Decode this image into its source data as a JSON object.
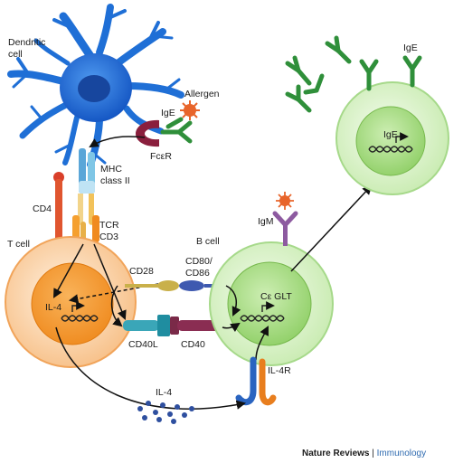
{
  "labels": {
    "dendritic_cell": [
      "Dendritic",
      "cell"
    ],
    "allergen": "Allergen",
    "ige_top": "IgE",
    "ige_receptor_bound": "IgE",
    "fcer": "FcεR",
    "mhc": [
      "MHC",
      "class II"
    ],
    "cd4": "CD4",
    "tcr": "TCR",
    "cd3": "CD3",
    "t_cell": "T cell",
    "il4_in_t": "IL-4",
    "cd28": "CD28",
    "cd80_86": [
      "CD80/",
      "CD86"
    ],
    "cd40l": "CD40L",
    "cd40": "CD40",
    "b_cell": "B cell",
    "igm": "IgM",
    "ce_glt": "Cε GLT",
    "ige_plasma": "IgE",
    "il4_secreted": "IL-4",
    "il4r": "IL-4R"
  },
  "credit": {
    "journal": "Nature Reviews",
    "separator": " | ",
    "section": "Immunology"
  },
  "colors": {
    "dendritic": "#1f6fd6",
    "t_cell_outer": "#fbd2a6",
    "t_cell_inner": "#f5a030",
    "b_cell_outer": "#e0f5d0",
    "b_cell_inner": "#a8dd80",
    "plasma_outer": "#e4f7d6",
    "plasma_inner": "#a2d97a",
    "antibody_green": "#2f8f3a",
    "igm_purple": "#8d5aa0",
    "allergen_orange": "#e8642a",
    "il4_dots": "#2e4f9f",
    "credit_blue": "#2f6bb0"
  }
}
